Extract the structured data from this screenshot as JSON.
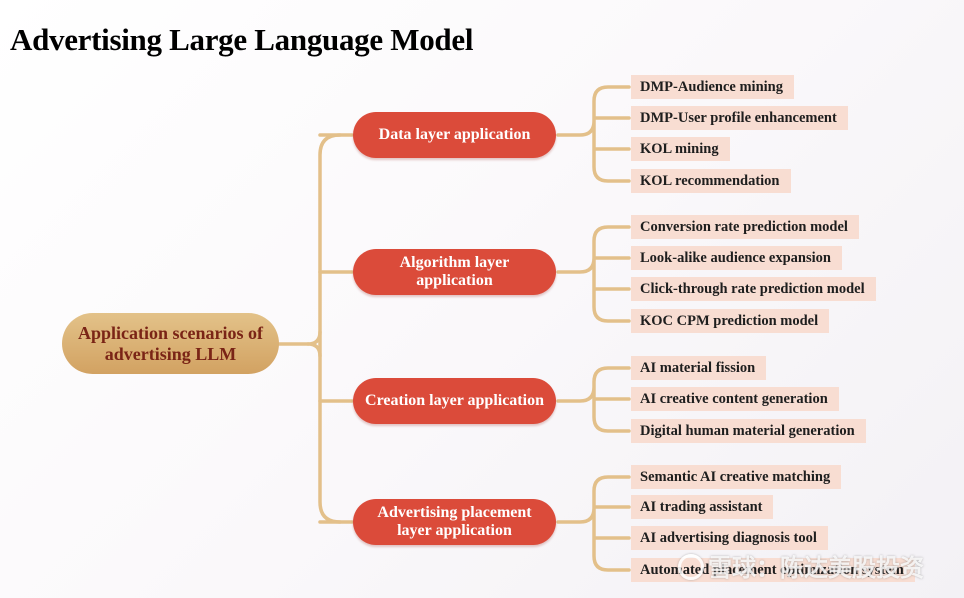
{
  "title": "Advertising Large Language Model",
  "root": "Application scenarios of advertising LLM",
  "branches": [
    {
      "label": "Data layer application",
      "items": [
        "DMP-Audience mining",
        "DMP-User profile enhancement",
        "KOL mining",
        "KOL recommendation"
      ]
    },
    {
      "label": "Algorithm layer application",
      "items": [
        "Conversion rate prediction model",
        "Look-alike audience expansion",
        "Click-through rate prediction model",
        "KOC CPM prediction model"
      ]
    },
    {
      "label": "Creation layer application",
      "items": [
        "AI material fission",
        "AI creative content generation",
        "Digital human material generation"
      ]
    },
    {
      "label": "Advertising placement layer application",
      "items": [
        "Semantic AI creative matching",
        "AI trading assistant",
        "AI advertising diagnosis tool",
        "Automated placement optimization system"
      ]
    }
  ],
  "watermark": "雪球：陈达美股投资",
  "colors": {
    "connector": "#e3c08a",
    "node_fill": "#db4b3a",
    "leaf_fill": "#f8ddd2",
    "root_fill": "#dcb47a",
    "root_text": "#7a2416"
  }
}
